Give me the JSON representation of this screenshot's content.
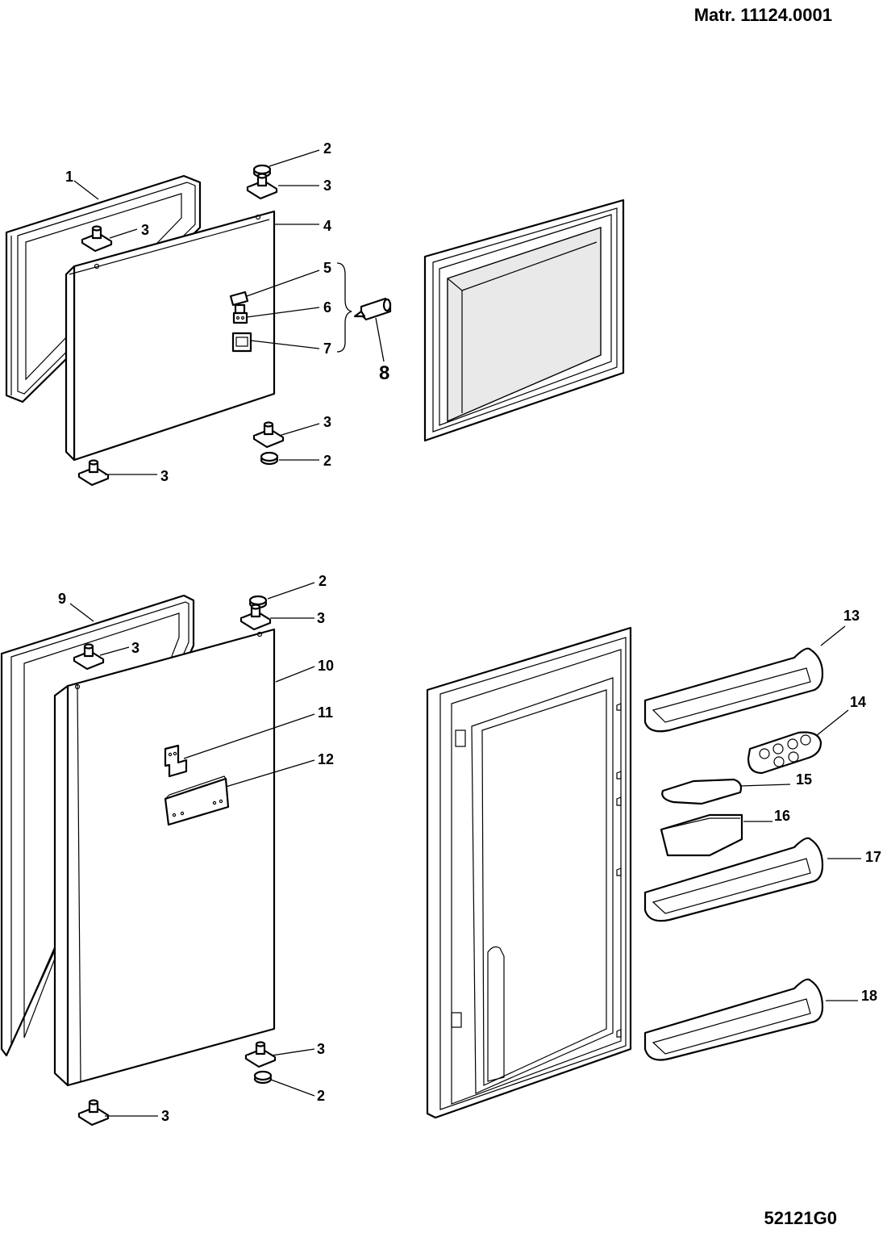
{
  "header": {
    "material_number": "Matr. 11124.0001"
  },
  "footer": {
    "drawing_code": "52121G0"
  },
  "callouts": [
    "1",
    "2",
    "3",
    "4",
    "5",
    "6",
    "7",
    "8",
    "9",
    "10",
    "11",
    "12",
    "13",
    "14",
    "15",
    "16",
    "17",
    "18"
  ]
}
